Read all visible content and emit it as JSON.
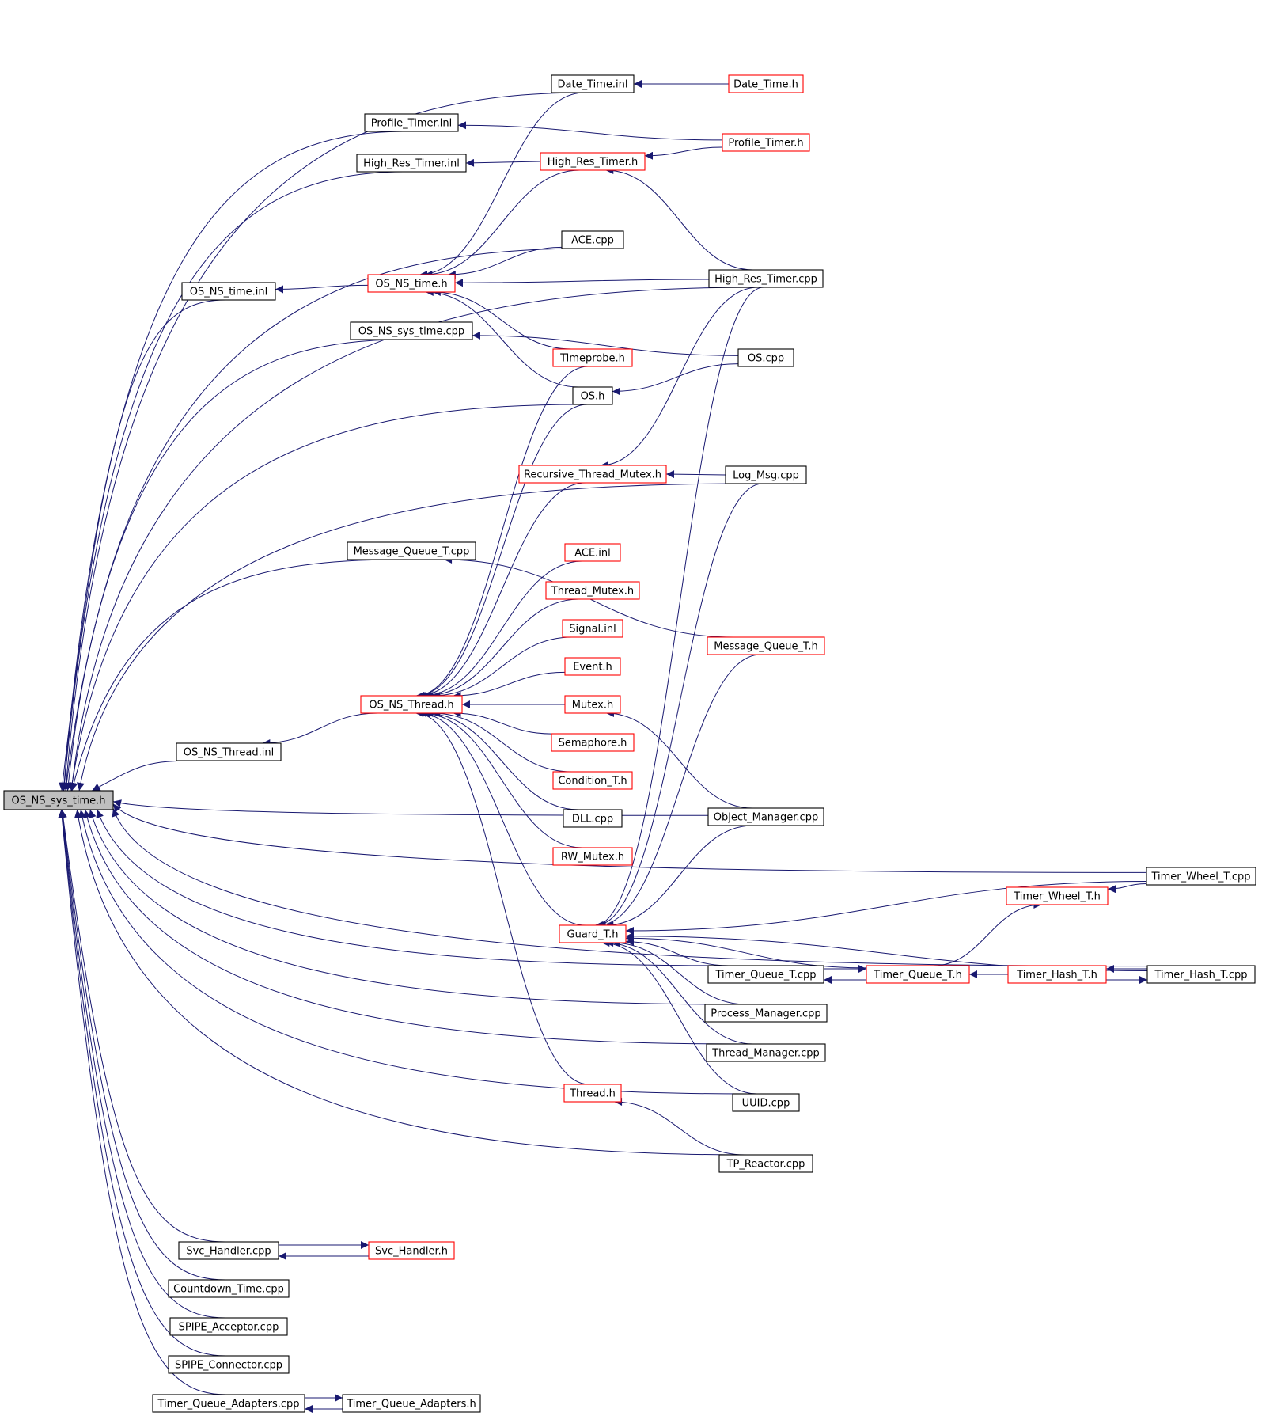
{
  "graph": {
    "title": "",
    "colors": {
      "edge": "#191970",
      "arrowhead": "#191970",
      "border_normal": "#000000",
      "border_truncated": "#ff0000",
      "fill_focus": "#bfbfbf",
      "fill_normal": "#ffffff"
    },
    "nodes": [
      {
        "id": "os_ns_sys_time_h",
        "label": "OS_NS_sys_time.h",
        "style": "focus"
      },
      {
        "id": "date_time_inl",
        "label": "Date_Time.inl",
        "style": "normal"
      },
      {
        "id": "date_time_h",
        "label": "Date_Time.h",
        "style": "truncated"
      },
      {
        "id": "profile_timer_inl",
        "label": "Profile_Timer.inl",
        "style": "normal"
      },
      {
        "id": "profile_timer_h",
        "label": "Profile_Timer.h",
        "style": "truncated"
      },
      {
        "id": "high_res_timer_inl",
        "label": "High_Res_Timer.inl",
        "style": "normal"
      },
      {
        "id": "high_res_timer_h",
        "label": "High_Res_Timer.h",
        "style": "truncated"
      },
      {
        "id": "ace_cpp",
        "label": "ACE.cpp",
        "style": "normal"
      },
      {
        "id": "os_ns_time_inl",
        "label": "OS_NS_time.inl",
        "style": "normal"
      },
      {
        "id": "os_ns_time_h",
        "label": "OS_NS_time.h",
        "style": "truncated"
      },
      {
        "id": "high_res_timer_cpp",
        "label": "High_Res_Timer.cpp",
        "style": "normal"
      },
      {
        "id": "os_ns_sys_time_cpp",
        "label": "OS_NS_sys_time.cpp",
        "style": "normal"
      },
      {
        "id": "timeprobe_h",
        "label": "Timeprobe.h",
        "style": "truncated"
      },
      {
        "id": "os_cpp",
        "label": "OS.cpp",
        "style": "normal"
      },
      {
        "id": "os_h",
        "label": "OS.h",
        "style": "normal"
      },
      {
        "id": "recursive_thread_mutex_h",
        "label": "Recursive_Thread_Mutex.h",
        "style": "truncated"
      },
      {
        "id": "log_msg_cpp",
        "label": "Log_Msg.cpp",
        "style": "normal"
      },
      {
        "id": "message_queue_t_cpp",
        "label": "Message_Queue_T.cpp",
        "style": "normal"
      },
      {
        "id": "ace_inl",
        "label": "ACE.inl",
        "style": "truncated"
      },
      {
        "id": "thread_mutex_h",
        "label": "Thread_Mutex.h",
        "style": "truncated"
      },
      {
        "id": "signal_inl",
        "label": "Signal.inl",
        "style": "truncated"
      },
      {
        "id": "message_queue_t_h",
        "label": "Message_Queue_T.h",
        "style": "truncated"
      },
      {
        "id": "event_h",
        "label": "Event.h",
        "style": "truncated"
      },
      {
        "id": "os_ns_thread_h",
        "label": "OS_NS_Thread.h",
        "style": "truncated"
      },
      {
        "id": "mutex_h",
        "label": "Mutex.h",
        "style": "truncated"
      },
      {
        "id": "semaphore_h",
        "label": "Semaphore.h",
        "style": "truncated"
      },
      {
        "id": "os_ns_thread_inl",
        "label": "OS_NS_Thread.inl",
        "style": "normal"
      },
      {
        "id": "condition_t_h",
        "label": "Condition_T.h",
        "style": "truncated"
      },
      {
        "id": "dll_cpp",
        "label": "DLL.cpp",
        "style": "normal"
      },
      {
        "id": "object_manager_cpp",
        "label": "Object_Manager.cpp",
        "style": "normal"
      },
      {
        "id": "rw_mutex_h",
        "label": "RW_Mutex.h",
        "style": "truncated"
      },
      {
        "id": "timer_wheel_t_cpp",
        "label": "Timer_Wheel_T.cpp",
        "style": "normal"
      },
      {
        "id": "timer_wheel_t_h",
        "label": "Timer_Wheel_T.h",
        "style": "truncated"
      },
      {
        "id": "guard_t_h",
        "label": "Guard_T.h",
        "style": "truncated"
      },
      {
        "id": "timer_queue_t_cpp",
        "label": "Timer_Queue_T.cpp",
        "style": "normal"
      },
      {
        "id": "timer_queue_t_h",
        "label": "Timer_Queue_T.h",
        "style": "truncated"
      },
      {
        "id": "timer_hash_t_h",
        "label": "Timer_Hash_T.h",
        "style": "truncated"
      },
      {
        "id": "timer_hash_t_cpp",
        "label": "Timer_Hash_T.cpp",
        "style": "normal"
      },
      {
        "id": "process_manager_cpp",
        "label": "Process_Manager.cpp",
        "style": "normal"
      },
      {
        "id": "thread_manager_cpp",
        "label": "Thread_Manager.cpp",
        "style": "normal"
      },
      {
        "id": "thread_h",
        "label": "Thread.h",
        "style": "truncated"
      },
      {
        "id": "uuid_cpp",
        "label": "UUID.cpp",
        "style": "normal"
      },
      {
        "id": "tp_reactor_cpp",
        "label": "TP_Reactor.cpp",
        "style": "normal"
      },
      {
        "id": "svc_handler_cpp",
        "label": "Svc_Handler.cpp",
        "style": "normal"
      },
      {
        "id": "svc_handler_h",
        "label": "Svc_Handler.h",
        "style": "truncated"
      },
      {
        "id": "countdown_time_cpp",
        "label": "Countdown_Time.cpp",
        "style": "normal"
      },
      {
        "id": "spipe_acceptor_cpp",
        "label": "SPIPE_Acceptor.cpp",
        "style": "normal"
      },
      {
        "id": "spipe_connector_cpp",
        "label": "SPIPE_Connector.cpp",
        "style": "normal"
      },
      {
        "id": "timer_queue_adapters_cpp",
        "label": "Timer_Queue_Adapters.cpp",
        "style": "normal"
      },
      {
        "id": "timer_queue_adapters_h",
        "label": "Timer_Queue_Adapters.h",
        "style": "normal"
      }
    ],
    "edges": [
      {
        "from": "date_time_inl",
        "to": "os_ns_sys_time_h"
      },
      {
        "from": "profile_timer_inl",
        "to": "os_ns_sys_time_h"
      },
      {
        "from": "high_res_timer_inl",
        "to": "os_ns_sys_time_h"
      },
      {
        "from": "ace_cpp",
        "to": "os_ns_sys_time_h"
      },
      {
        "from": "high_res_timer_cpp",
        "to": "os_ns_sys_time_h"
      },
      {
        "from": "os_ns_time_inl",
        "to": "os_ns_sys_time_h"
      },
      {
        "from": "os_ns_sys_time_cpp",
        "to": "os_ns_sys_time_h"
      },
      {
        "from": "os_h",
        "to": "os_ns_sys_time_h"
      },
      {
        "from": "log_msg_cpp",
        "to": "os_ns_sys_time_h"
      },
      {
        "from": "message_queue_t_cpp",
        "to": "os_ns_sys_time_h"
      },
      {
        "from": "os_ns_thread_inl",
        "to": "os_ns_sys_time_h"
      },
      {
        "from": "object_manager_cpp",
        "to": "os_ns_sys_time_h"
      },
      {
        "from": "timer_wheel_t_cpp",
        "to": "os_ns_sys_time_h"
      },
      {
        "from": "timer_queue_t_cpp",
        "to": "os_ns_sys_time_h"
      },
      {
        "from": "process_manager_cpp",
        "to": "os_ns_sys_time_h"
      },
      {
        "from": "thread_manager_cpp",
        "to": "os_ns_sys_time_h"
      },
      {
        "from": "uuid_cpp",
        "to": "os_ns_sys_time_h"
      },
      {
        "from": "tp_reactor_cpp",
        "to": "os_ns_sys_time_h"
      },
      {
        "from": "timer_hash_t_cpp",
        "to": "os_ns_sys_time_h"
      },
      {
        "from": "svc_handler_cpp",
        "to": "os_ns_sys_time_h"
      },
      {
        "from": "countdown_time_cpp",
        "to": "os_ns_sys_time_h"
      },
      {
        "from": "spipe_acceptor_cpp",
        "to": "os_ns_sys_time_h"
      },
      {
        "from": "spipe_connector_cpp",
        "to": "os_ns_sys_time_h"
      },
      {
        "from": "timer_queue_adapters_cpp",
        "to": "os_ns_sys_time_h"
      },
      {
        "from": "date_time_h",
        "to": "date_time_inl"
      },
      {
        "from": "profile_timer_h",
        "to": "profile_timer_inl"
      },
      {
        "from": "high_res_timer_h",
        "to": "high_res_timer_inl"
      },
      {
        "from": "profile_timer_h",
        "to": "high_res_timer_h"
      },
      {
        "from": "high_res_timer_cpp",
        "to": "high_res_timer_h"
      },
      {
        "from": "date_time_inl",
        "to": "os_ns_time_h"
      },
      {
        "from": "high_res_timer_h",
        "to": "os_ns_time_h"
      },
      {
        "from": "ace_cpp",
        "to": "os_ns_time_h"
      },
      {
        "from": "high_res_timer_cpp",
        "to": "os_ns_time_h"
      },
      {
        "from": "timeprobe_h",
        "to": "os_ns_time_h"
      },
      {
        "from": "os_h",
        "to": "os_ns_time_h"
      },
      {
        "from": "os_ns_time_h",
        "to": "os_ns_time_inl"
      },
      {
        "from": "os_cpp",
        "to": "os_ns_sys_time_cpp"
      },
      {
        "from": "os_cpp",
        "to": "os_h"
      },
      {
        "from": "high_res_timer_cpp",
        "to": "recursive_thread_mutex_h"
      },
      {
        "from": "log_msg_cpp",
        "to": "recursive_thread_mutex_h"
      },
      {
        "from": "message_queue_t_h",
        "to": "message_queue_t_cpp"
      },
      {
        "from": "timeprobe_h",
        "to": "os_ns_thread_h"
      },
      {
        "from": "os_h",
        "to": "os_ns_thread_h"
      },
      {
        "from": "recursive_thread_mutex_h",
        "to": "os_ns_thread_h"
      },
      {
        "from": "ace_inl",
        "to": "os_ns_thread_h"
      },
      {
        "from": "thread_mutex_h",
        "to": "os_ns_thread_h"
      },
      {
        "from": "signal_inl",
        "to": "os_ns_thread_h"
      },
      {
        "from": "event_h",
        "to": "os_ns_thread_h"
      },
      {
        "from": "mutex_h",
        "to": "os_ns_thread_h"
      },
      {
        "from": "semaphore_h",
        "to": "os_ns_thread_h"
      },
      {
        "from": "condition_t_h",
        "to": "os_ns_thread_h"
      },
      {
        "from": "dll_cpp",
        "to": "os_ns_thread_h"
      },
      {
        "from": "rw_mutex_h",
        "to": "os_ns_thread_h"
      },
      {
        "from": "guard_t_h",
        "to": "os_ns_thread_h"
      },
      {
        "from": "thread_h",
        "to": "os_ns_thread_h"
      },
      {
        "from": "os_ns_thread_h",
        "to": "os_ns_thread_inl"
      },
      {
        "from": "object_manager_cpp",
        "to": "mutex_h"
      },
      {
        "from": "timer_wheel_t_cpp",
        "to": "timer_wheel_t_h"
      },
      {
        "from": "timer_queue_t_h",
        "to": "timer_wheel_t_h"
      },
      {
        "from": "high_res_timer_cpp",
        "to": "guard_t_h"
      },
      {
        "from": "log_msg_cpp",
        "to": "guard_t_h"
      },
      {
        "from": "message_queue_t_h",
        "to": "guard_t_h"
      },
      {
        "from": "object_manager_cpp",
        "to": "guard_t_h"
      },
      {
        "from": "timer_wheel_t_cpp",
        "to": "guard_t_h"
      },
      {
        "from": "timer_hash_t_cpp",
        "to": "guard_t_h"
      },
      {
        "from": "timer_queue_t_cpp",
        "to": "guard_t_h"
      },
      {
        "from": "timer_queue_t_h",
        "to": "guard_t_h"
      },
      {
        "from": "process_manager_cpp",
        "to": "guard_t_h"
      },
      {
        "from": "thread_manager_cpp",
        "to": "guard_t_h"
      },
      {
        "from": "uuid_cpp",
        "to": "guard_t_h"
      },
      {
        "from": "timer_queue_t_cpp",
        "to": "timer_queue_t_h"
      },
      {
        "from": "timer_queue_t_h",
        "to": "timer_queue_t_cpp"
      },
      {
        "from": "timer_hash_t_h",
        "to": "timer_queue_t_h"
      },
      {
        "from": "timer_hash_t_cpp",
        "to": "timer_hash_t_h"
      },
      {
        "from": "timer_hash_t_h",
        "to": "timer_hash_t_cpp"
      },
      {
        "from": "tp_reactor_cpp",
        "to": "thread_h"
      },
      {
        "from": "svc_handler_cpp",
        "to": "svc_handler_h"
      },
      {
        "from": "svc_handler_h",
        "to": "svc_handler_cpp"
      },
      {
        "from": "timer_queue_adapters_cpp",
        "to": "timer_queue_adapters_h"
      },
      {
        "from": "timer_queue_adapters_h",
        "to": "timer_queue_adapters_cpp"
      }
    ]
  }
}
